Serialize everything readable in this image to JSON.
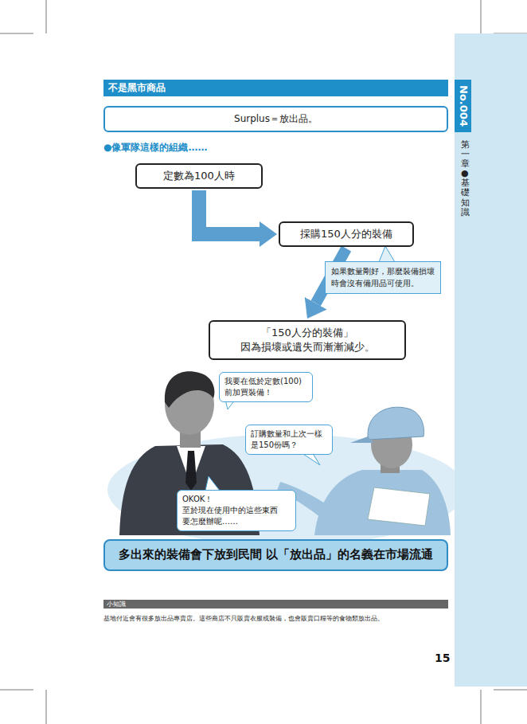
{
  "diagram": {
    "nodes": [
      {
        "text": [
          "不是黑市商品"
        ]
      },
      {
        "text": [
          "Surplus＝放出品。"
        ]
      },
      {
        "text": [
          "定數為100人時"
        ]
      },
      {
        "text": [
          "採購150人分的裝備"
        ]
      },
      {
        "text": [
          "如果數量剛好，那麼裝備損壞時會沒有備用品可使用。"
        ]
      },
      {
        "text": [
          "「150人分的裝備」 因為損壞或遺失而漸漸減少。"
        ]
      },
      {
        "text": [
          "我要在低於定數(100) 前加買裝備！"
        ]
      },
      {
        "text": [
          "訂購數量和上次一樣 是150份嗎？"
        ]
      },
      {
        "text": [
          "OKOK！ 至於現在使用中的這些東西 要怎麼辦呢……"
        ]
      },
      {
        "text": [
          "多出來的裝備會下放到民間 以「放出品」的名義在市場流通"
        ]
      },
      {
        "text": [
          "小知識"
        ]
      },
      {
        "text": [
          "第一章●基礎知識"
        ]
      },
      {
        "text": [
          "No.004"
        ],
        "in": 11
      }
    ],
    "edges": [
      {
        "from": 2,
        "to": 3,
        "arrow": "to"
      },
      {
        "from": 3,
        "to": 5,
        "arrow": "to"
      }
    ],
    "labels": [
      "●像軍隊這樣的組織……",
      "基地付近會有很多放出品專賣店。這些商店不只販賣衣服或裝備，也會販賣口糧等的食物類放出品。",
      "15"
    ]
  }
}
